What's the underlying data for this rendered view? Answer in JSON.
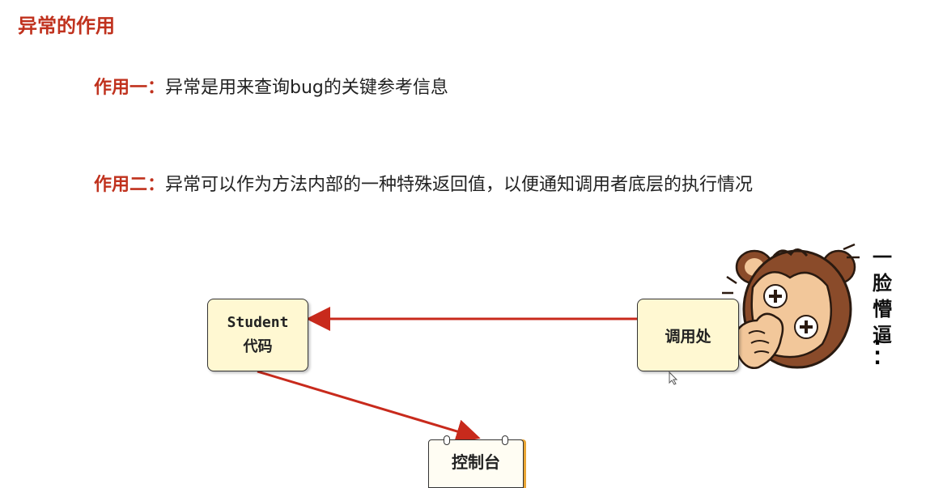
{
  "page": {
    "title": "异常的作用"
  },
  "points": [
    {
      "label": "作用一：",
      "text": "异常是用来查询bug的关键参考信息"
    },
    {
      "label": "作用二：",
      "text": "异常可以作为方法内部的一种特殊返回值，以便通知调用者底层的执行情况"
    }
  ],
  "diagram": {
    "student_node": {
      "line1": "Student",
      "line2": "代码"
    },
    "caller_node": {
      "label": "调用处"
    },
    "console_node": {
      "label": "控制台"
    },
    "caption_vertical": [
      "一",
      "脸",
      "懵",
      "逼"
    ],
    "caption_dots": "···",
    "arrow_color": "#c82a1c",
    "accent_color": "#c0321e",
    "node_fill": "#fff8d2"
  }
}
